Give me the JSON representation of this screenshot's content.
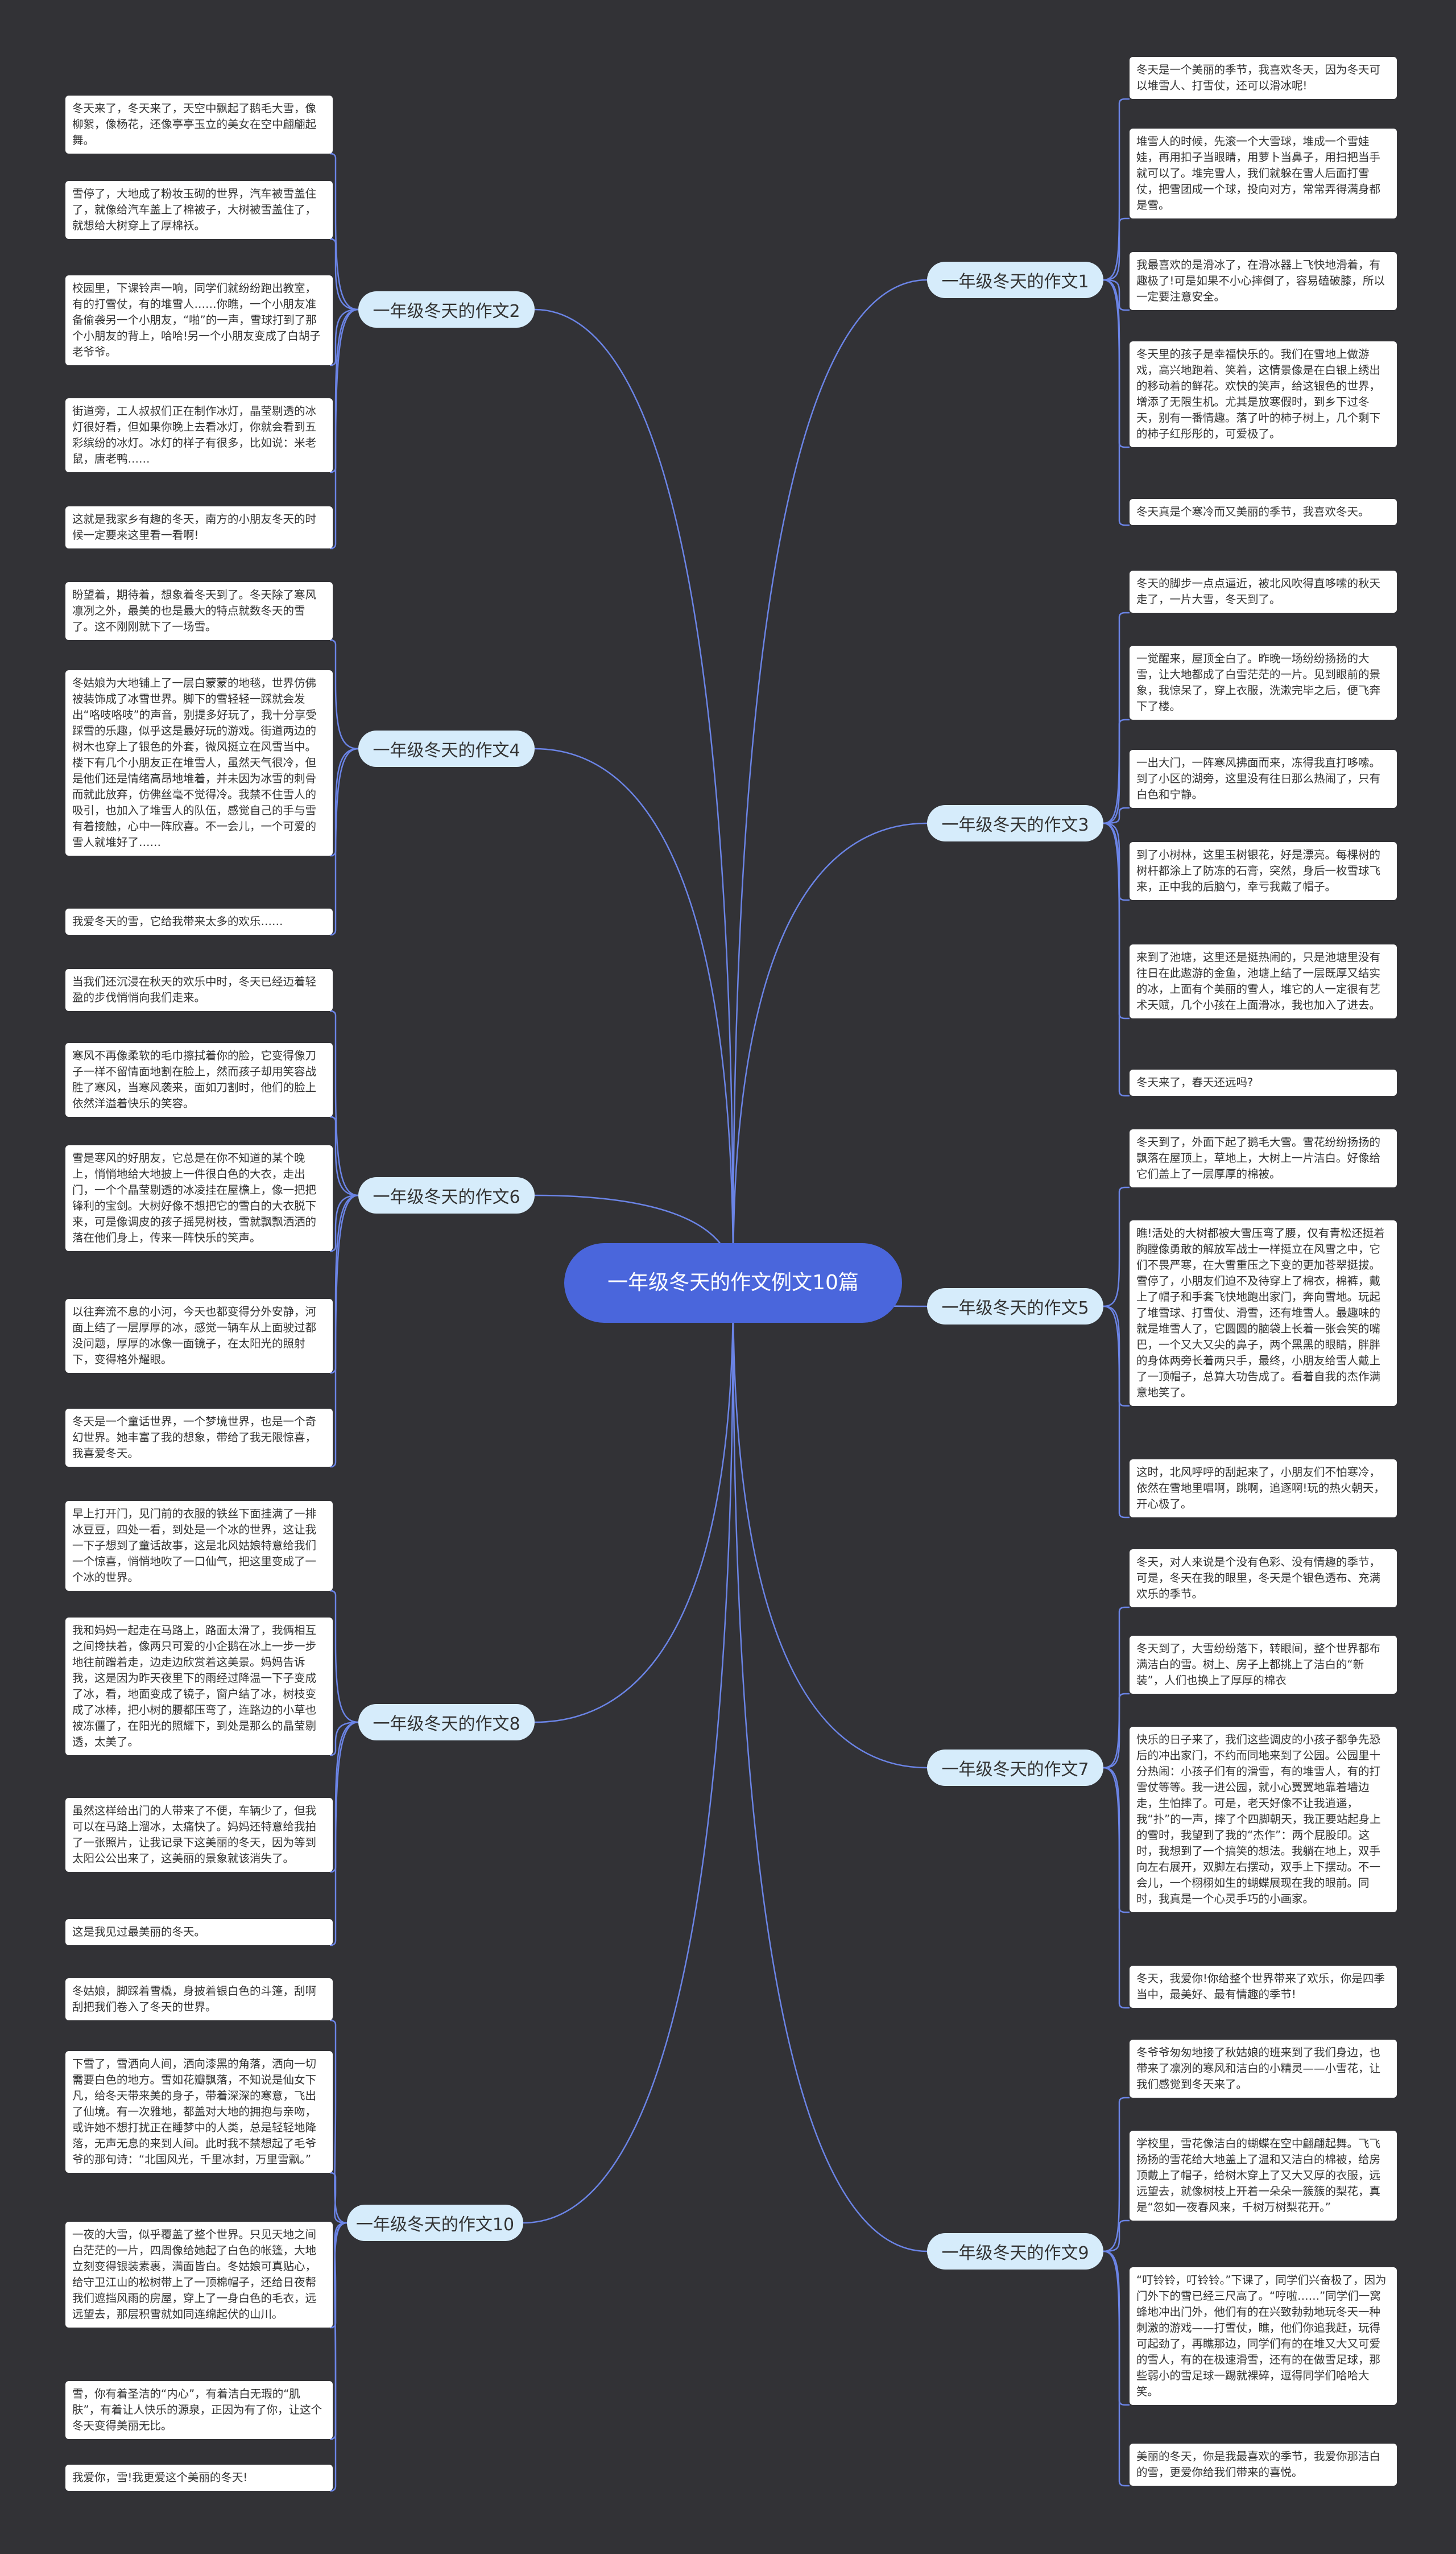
{
  "center": "一年级冬天的作文例文10篇",
  "branches": [
    {
      "label": "一年级冬天的作文1",
      "items": [
        "冬天是一个美丽的季节，我喜欢冬天，因为冬天可以堆雪人、打雪仗，还可以滑冰呢!",
        "堆雪人的时候，先滚一个大雪球，堆成一个雪娃娃，再用扣子当眼睛，用萝卜当鼻子，用扫把当手就可以了。堆完雪人，我们就躲在雪人后面打雪仗，把雪团成一个球，投向对方，常常弄得满身都是雪。",
        "我最喜欢的是滑冰了，在滑冰器上飞快地滑着，有趣极了!可是如果不小心摔倒了，容易磕破膝，所以一定要注意安全。",
        "冬天里的孩子是幸福快乐的。我们在雪地上做游戏，高兴地跑着、笑着，这情景像是在白银上绣出的移动着的鲜花。欢快的笑声，给这银色的世界，增添了无限生机。尤其是放寒假时，到乡下过冬天，别有一番情趣。落了叶的柿子树上，几个剩下的柿子红彤彤的，可爱极了。",
        "冬天真是个寒冷而又美丽的季节，我喜欢冬天。"
      ]
    },
    {
      "label": "一年级冬天的作文2",
      "items": [
        "冬天来了，冬天来了，天空中飘起了鹅毛大雪，像柳絮，像杨花，还像亭亭玉立的美女在空中翩翩起舞。",
        "雪停了，大地成了粉妆玉砌的世界，汽车被雪盖住了，就像给汽车盖上了棉被子，大树被雪盖住了，就想给大树穿上了厚棉袄。",
        "校园里，下课铃声一响，同学们就纷纷跑出教室，有的打雪仗，有的堆雪人……你瞧，一个小朋友准备偷袭另一个小朋友，“啪”的一声，雪球打到了那个小朋友的背上，哈哈!另一个小朋友变成了白胡子老爷爷。",
        "街道旁，工人叔叔们正在制作冰灯，晶莹剔透的冰灯很好看，但如果你晚上去看冰灯，你就会看到五彩缤纷的冰灯。冰灯的样子有很多，比如说：米老鼠，唐老鸭……",
        "这就是我家乡有趣的冬天，南方的小朋友冬天的时候一定要来这里看一看啊!"
      ]
    },
    {
      "label": "一年级冬天的作文3",
      "items": [
        "冬天的脚步一点点逼近，被北风吹得直哆嗦的秋天走了，一片大雪，冬天到了。",
        "一觉醒来，屋顶全白了。昨晚一场纷纷扬扬的大雪，让大地都成了白雪茫茫的一片。见到眼前的景象，我惊呆了，穿上衣服，洗漱完毕之后，便飞奔下了楼。",
        "一出大门，一阵寒风拂面而来，冻得我直打哆嗦。到了小区的湖旁，这里没有往日那么热闹了，只有白色和宁静。",
        "到了小树林，这里玉树银花，好是漂亮。每棵树的树杆都涂上了防冻的石膏，突然，身后一枚雪球飞来，正中我的后脑勺，幸亏我戴了帽子。",
        "来到了池塘，这里还是挺热闹的，只是池塘里没有往日在此遨游的金鱼，池塘上结了一层既厚又结实的冰，上面有个美丽的雪人，堆它的人一定很有艺术天赋，几个小孩在上面滑冰，我也加入了进去。",
        "冬天来了，春天还远吗?"
      ]
    },
    {
      "label": "一年级冬天的作文4",
      "items": [
        "盼望着，期待着，想象着冬天到了。冬天除了寒风凛冽之外，最美的也是最大的特点就数冬天的雪了。这不刚刚就下了一场雪。",
        "冬姑娘为大地铺上了一层白蒙蒙的地毯，世界仿佛被装饰成了冰雪世界。脚下的雪轻轻一踩就会发出“咯吱咯吱”的声音，别提多好玩了，我十分享受踩雪的乐趣，似乎这是最好玩的游戏。街道两边的树木也穿上了银色的外套，微风挺立在风雪当中。楼下有几个小朋友正在堆雪人，虽然天气很冷，但是他们还是情绪高昂地堆着，并未因为冰雪的刺骨而就此放弃，仿佛丝毫不觉得冷。我禁不住雪人的吸引，也加入了堆雪人的队伍，感觉自己的手与雪有着接触，心中一阵欣喜。不一会儿，一个可爱的雪人就堆好了……",
        "我爱冬天的雪，它给我带来太多的欢乐……"
      ]
    },
    {
      "label": "一年级冬天的作文5",
      "items": [
        "冬天到了，外面下起了鹅毛大雪。雪花纷纷扬扬的飘落在屋顶上，草地上，大树上一片洁白。好像给它们盖上了一层厚厚的棉被。",
        "瞧!活处的大树都被大雪压弯了腰，仅有青松还挺着胸膛像勇敢的解放军战士一样挺立在风雪之中，它们不畏严寒，在大雪重压之下变的更加苍翠挺拔。雪停了，小朋友们迫不及待穿上了棉衣，棉裤，戴上了帽子和手套飞快地跑出家门，奔向雪地。玩起了堆雪球、打雪仗、滑雪，还有堆雪人。最趣味的就是堆雪人了，它圆圆的脑袋上长着一张会笑的嘴巴，一个又大又尖的鼻子，两个黑黑的眼睛，胖胖的身体两旁长着两只手，最终，小朋友给雪人戴上了一顶帽子，总算大功告成了。看着自我的杰作满意地笑了。",
        "这时，北风呼呼的刮起来了，小朋友们不怕寒冷，依然在雪地里唱啊，跳啊，追逐啊!玩的热火朝天，开心极了。"
      ]
    },
    {
      "label": "一年级冬天的作文6",
      "items": [
        "当我们还沉浸在秋天的欢乐中时，冬天已经迈着轻盈的步伐悄悄向我们走来。",
        "寒风不再像柔软的毛巾擦拭着你的脸，它变得像刀子一样不留情面地割在脸上，然而孩子却用笑容战胜了寒风，当寒风袭来，面如刀割时，他们的脸上依然洋溢着快乐的笑容。",
        "雪是寒风的好朋友，它总是在你不知道的某个晚上，悄悄地给大地披上一件很白色的大衣，走出门，一个个晶莹剔透的冰凌挂在屋檐上，像一把把锋利的宝剑。大树好像不想把它的雪白的大衣脱下来，可是像调皮的孩子摇晃树枝，雪就飘飘洒洒的落在他们身上，传来一阵快乐的笑声。",
        "以往奔流不息的小河，今天也都变得分外安静，河面上结了一层厚厚的冰，感觉一辆车从上面驶过都没问题，厚厚的冰像一面镜子，在太阳光的照射下，变得格外耀眼。",
        "冬天是一个童话世界，一个梦境世界，也是一个奇幻世界。她丰富了我的想象，带给了我无限惊喜，我喜爱冬天。"
      ]
    },
    {
      "label": "一年级冬天的作文7",
      "items": [
        "冬天，对人来说是个没有色彩、没有情趣的季节，可是，冬天在我的眼里，冬天是个银色透布、充满欢乐的季节。",
        "冬天到了，大雪纷纷落下，转眼间，整个世界都布满洁白的雪。树上、房子上都挑上了洁白的“新装”，人们也换上了厚厚的棉衣",
        "快乐的日子来了，我们这些调皮的小孩子都争先恐后的冲出家门，不约而同地来到了公园。公园里十分热闹：小孩子们有的滑雪，有的堆雪人，有的打雪仗等等。我一进公园，就小心翼翼地靠着墙边走，生怕摔了。可是，老天好像不让我逍遥，我“扑”的一声，摔了个四脚朝天，我正要站起身上的雪时，我望到了我的“杰作”：两个屁股印。这时，我想到了一个搞笑的想法。我躺在地上，双手向左右展开，双脚左右摆动，双手上下摆动。不一会儿，一个栩栩如生的蝴蝶展现在我的眼前。同时，我真是一个心灵手巧的小画家。",
        "冬天，我爱你!你给整个世界带来了欢乐，你是四季当中，最美好、最有情趣的季节!"
      ]
    },
    {
      "label": "一年级冬天的作文8",
      "items": [
        "早上打开门，见门前的衣服的铁丝下面挂满了一排冰豆豆，四处一看，到处是一个冰的世界，这让我一下子想到了童话故事，这是北风姑娘特意给我们一个惊喜，悄悄地吹了一口仙气，把这里变成了一个冰的世界。",
        "我和妈妈一起走在马路上，路面太滑了，我俩相互之间搀扶着，像两只可爱的小企鹅在冰上一步一步地往前蹭着走，边走边欣赏着这美景。妈妈告诉我，这是因为昨天夜里下的雨经过降温一下子变成了冰，看，地面变成了镜子，窗户结了冰，树枝变成了冰棒，把小树的腰都压弯了，连路边的小草也被冻僵了，在阳光的照耀下，到处是那么的晶莹剔透，太美了。",
        "虽然这样给出门的人带来了不便，车辆少了，但我可以在马路上溜冰，太痛快了。妈妈还特意给我拍了一张照片，让我记录下这美丽的冬天，因为等到太阳公公出来了，这美丽的景象就该消失了。",
        "这是我见过最美丽的冬天。"
      ]
    },
    {
      "label": "一年级冬天的作文9",
      "items": [
        "冬爷爷匆匆地接了秋姑娘的班来到了我们身边，也带来了凛冽的寒风和洁白的小精灵——小雪花，让我们感觉到冬天来了。",
        "学校里，雪花像洁白的蝴蝶在空中翩翩起舞。飞飞扬扬的雪花给大地盖上了温和又洁白的棉被，给房顶戴上了帽子，给树木穿上了又大又厚的衣服，远远望去，就像树枝上开着一朵朵一簇簇的梨花，真是“忽如一夜春风来，千树万树梨花开。”",
        "“叮铃铃，叮铃铃。”下课了，同学们兴奋极了，因为门外下的雪已经三尺高了。“哼啦……”同学们一窝蜂地冲出门外，他们有的在兴致勃勃地玩冬天一种刺激的游戏——打雪仗，瞧，他们你追我赶，玩得可起劲了，再瞧那边，同学们有的在堆又大又可爱的雪人，有的在极速滑雪，还有的在做雪足球，那些弱小的雪足球一踢就裸碎，逗得同学们哈哈大笑。",
        "美丽的冬天，你是我最喜欢的季节，我爱你那洁白的雪，更爱你给我们带来的喜悦。"
      ]
    },
    {
      "label": "一年级冬天的作文10",
      "items": [
        "冬姑娘，脚踩着雪橇，身披着银白色的斗篷，刮啊刮把我们卷入了冬天的世界。",
        "下雪了，雪洒向人间，洒向漆黑的角落，洒向一切需要白色的地方。雪如花瓣飘落，不知说是仙女下凡，给冬天带来美的身子，带着深深的寒意，飞出了仙境。有一次雅地，都盖对大地的拥抱与亲吻，或许她不想打扰正在睡梦中的人类，总是轻轻地降落，无声无息的来到人间。此时我不禁想起了毛爷爷的那句诗：“北国风光，千里冰封，万里雪飘。”",
        "一夜的大雪，似乎覆盖了整个世界。只见天地之间白茫茫的一片，四周像给她起了白色的帐篷，大地立刻变得银装素裹，满面皆白。冬姑娘可真贴心，给守卫江山的松树带上了一顶棉帽子，还给日夜帮我们遮挡风雨的房屋，穿上了一身白色的毛衣，远远望去，那层积雪就如同连绵起伏的山川。",
        "雪，你有着圣洁的“内心”，有着洁白无瑕的“肌肤”，有着让人快乐的源泉，正因为有了你，让这个冬天变得美丽无比。",
        "我爱你，雪!我更爱这个美丽的冬天!"
      ]
    }
  ]
}
